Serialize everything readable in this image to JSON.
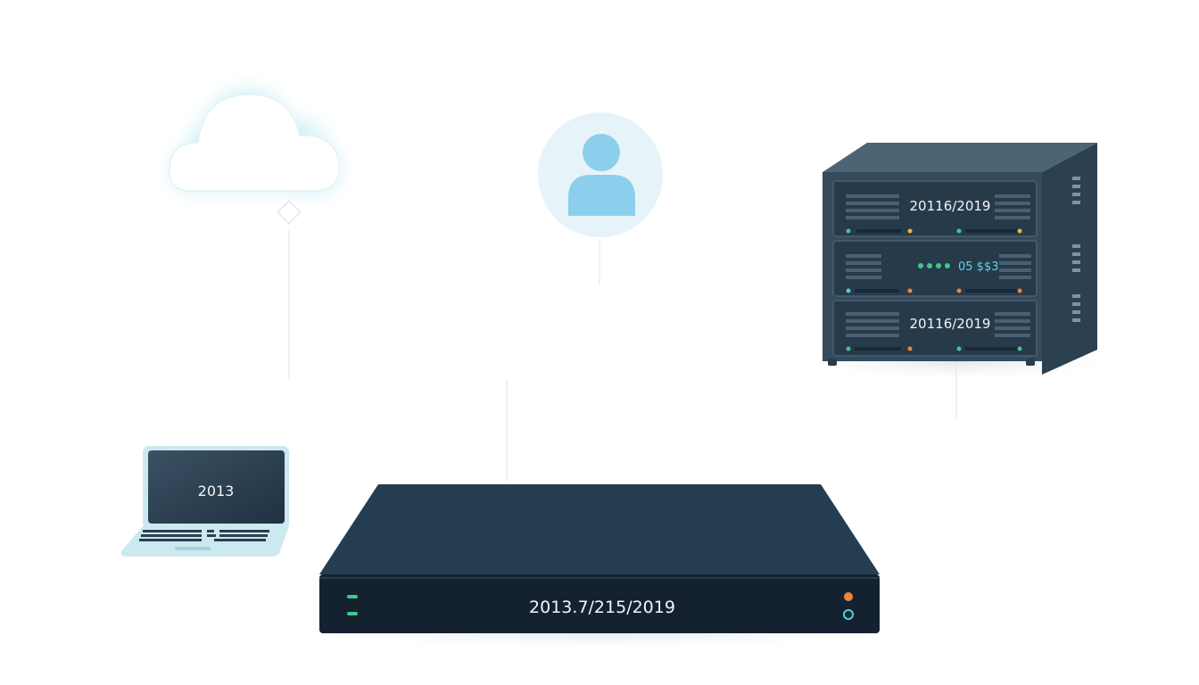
{
  "colors": {
    "background": "#ffffff",
    "cloud": "#ffffff",
    "cloud_glow": "#cfeef5",
    "user_circle": "#dff1f8",
    "user_figure": "#8ccfec",
    "device_dark": "#1f3344",
    "device_top": "#253d50",
    "server_body": "#334a5c",
    "laptop_frame": "#cde9f0",
    "laptop_screen": "#2a3f50",
    "label_text": "#f2f6f9",
    "led_green": "#3ec98a",
    "led_orange": "#f0843c",
    "led_teal": "#4dd0e1",
    "display_cyan": "#5fd3f0",
    "connector": "#e8eef2"
  },
  "icons": {
    "cloud": "cloud-icon",
    "user": "user-icon",
    "server": "server-rack-icon",
    "laptop": "laptop-icon",
    "switch": "network-switch-icon"
  },
  "nodes": {
    "server": {
      "unit_1_label": "20116/2019",
      "unit_2_label": "05 $$3",
      "unit_3_label": "20116/2019"
    },
    "laptop": {
      "screen_label": "2013"
    },
    "switch": {
      "front_label": "2013.7/215/2019"
    }
  }
}
